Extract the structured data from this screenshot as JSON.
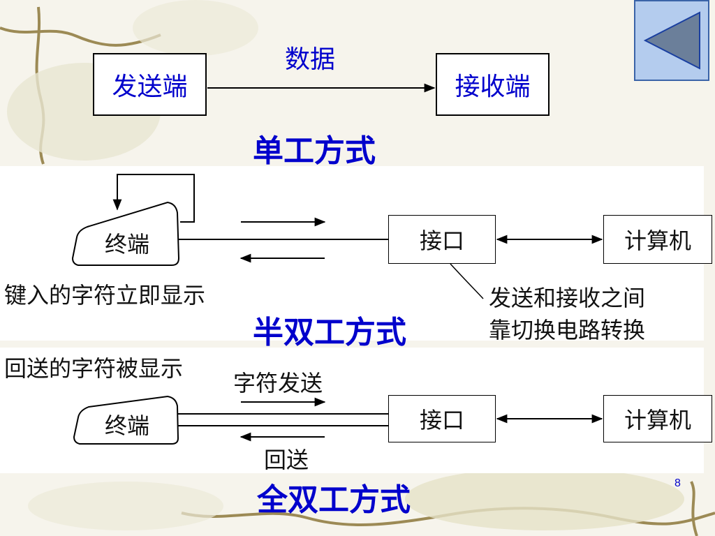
{
  "simplex": {
    "sender": "发送端",
    "data_label": "数据",
    "receiver": "接收端",
    "mode_title": "单工方式"
  },
  "half_duplex": {
    "terminal": "终端",
    "interface": "接口",
    "computer": "计算机",
    "left_note": "键入的字符立即显示",
    "right_note_line1": "发送和接收之间",
    "right_note_line2": "靠切换电路转换",
    "mode_title": "半双工方式"
  },
  "full_duplex": {
    "left_note": "回送的字符被显示",
    "send_label": "字符发送",
    "return_label": "回送",
    "terminal": "终端",
    "interface": "接口",
    "computer": "计算机",
    "mode_title": "全双工方式"
  },
  "page_number": "8",
  "colors": {
    "title_blue": "#0000cc",
    "nav_fill": "#b4ccee",
    "nav_arrow": "#6b7f9a"
  }
}
